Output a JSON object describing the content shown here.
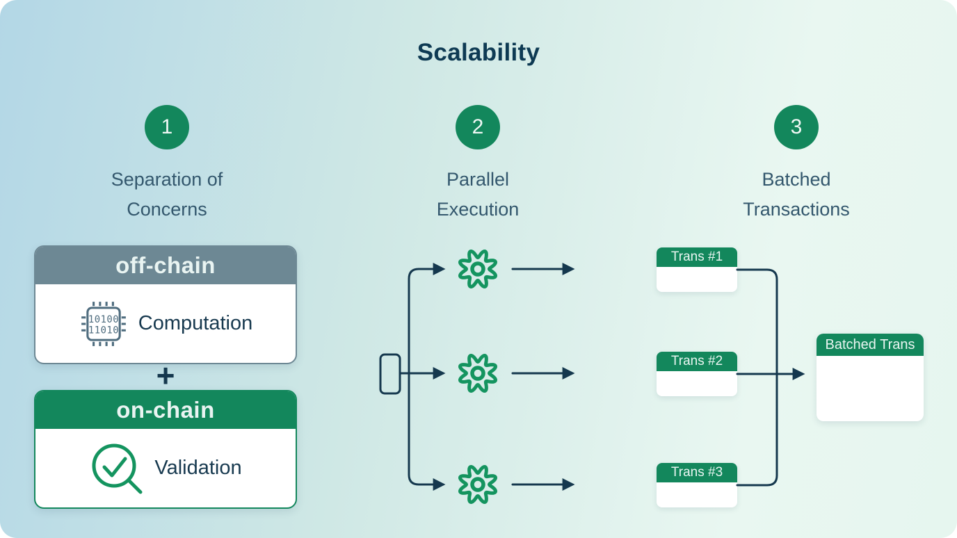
{
  "title": "Scalability",
  "steps": [
    {
      "number": "1",
      "label": "Separation of\nConcerns"
    },
    {
      "number": "2",
      "label": "Parallel\nExecution"
    },
    {
      "number": "3",
      "label": "Batched\nTransactions"
    }
  ],
  "separation": {
    "off_chain": {
      "header": "off-chain",
      "item": "Computation",
      "chip_lines": [
        "10100",
        "11010"
      ]
    },
    "plus": "+",
    "on_chain": {
      "header": "on-chain",
      "item": "Validation"
    }
  },
  "batched": {
    "trans_1": "Trans #1",
    "trans_2": "Trans #2",
    "trans_3": "Trans #3",
    "result": "Batched Trans"
  },
  "colors": {
    "green": "#13875c",
    "gear_green": "#14945f",
    "slate_gray": "#6d8894",
    "navy_line": "#15384e",
    "title_navy": "#0e3a53",
    "label_slate": "#33576d",
    "bg_gradient_start": "#b3d7e6",
    "bg_gradient_end": "#e6f6ef"
  }
}
